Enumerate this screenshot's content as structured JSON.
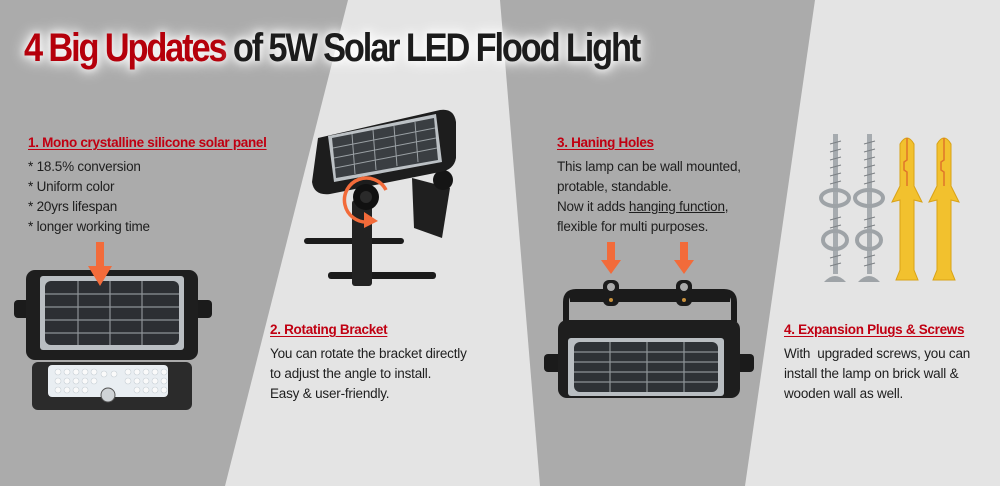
{
  "banner": {
    "title_highlight": "4 Big Updates",
    "title_rest": "of 5W Solar LED Flood Light",
    "colors": {
      "highlight_red": "#b5000b",
      "heading_red": "#c00012",
      "arrow_orange": "#f26b3a",
      "band_dark": "#ababab",
      "band_light": "#e4e4e4"
    }
  },
  "features": [
    {
      "heading": "1. Mono crystalline silicone solar panel",
      "bullets": [
        "* 18.5% conversion",
        "* Uniform color",
        "* 20yrs lifespan",
        "* longer working time"
      ]
    },
    {
      "heading": "2. Rotating Bracket",
      "lines": [
        "You can rotate the bracket directly",
        "to adjust the angle to install.",
        "Easy & user-friendly."
      ]
    },
    {
      "heading": "3. Haning Holes",
      "lines": [
        "This lamp can be wall mounted,",
        "protable, standable."
      ],
      "line3_prefix": "Now it adds ",
      "line3_underlined": "hanging function",
      "line3_suffix": ",",
      "line4": "flexible for multi purposes."
    },
    {
      "heading": "4. Expansion Plugs & Screws",
      "lines": [
        "With  upgraded screws, you can",
        "install the lamp on brick wall &",
        "wooden wall as well."
      ]
    }
  ],
  "illustrations": {
    "product_1": "solar-flood-light-front",
    "product_2": "rotating-bracket-light",
    "product_3": "hanging-holes-light",
    "product_4": "screws-and-expansion-plugs"
  }
}
